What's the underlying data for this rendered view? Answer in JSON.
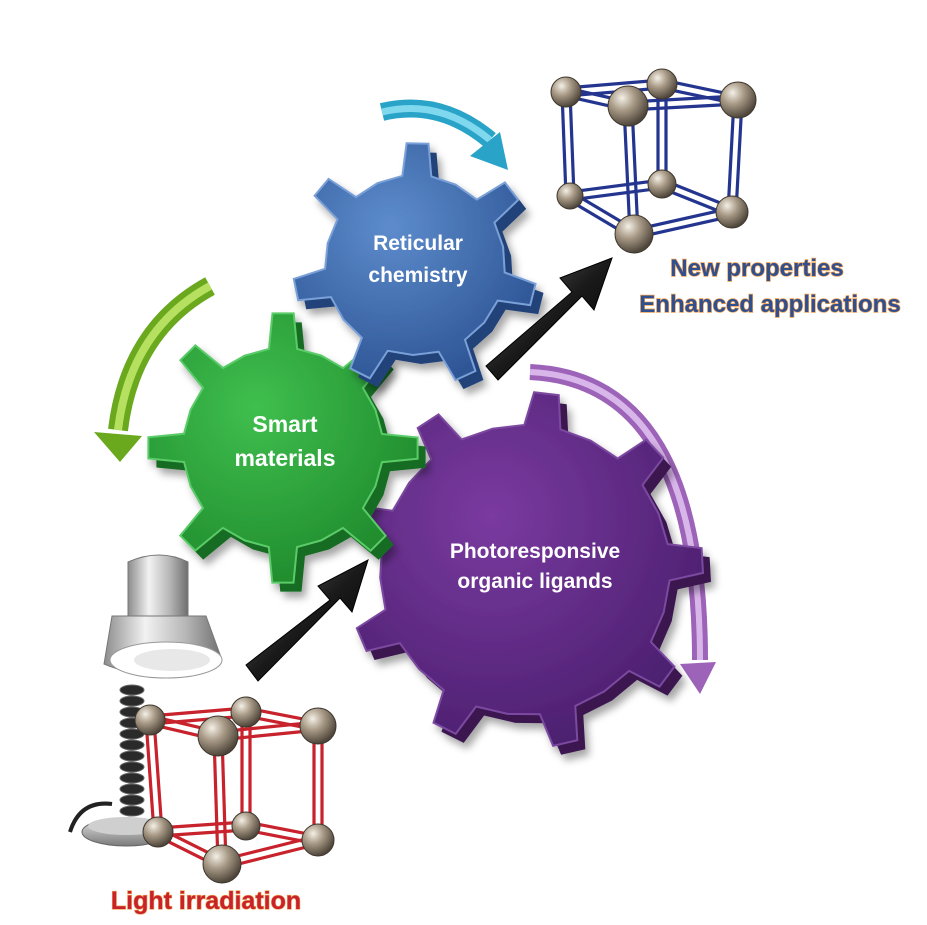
{
  "gears": {
    "reticular": {
      "line1": "Reticular",
      "line2": "chemistry"
    },
    "smart": {
      "line1": "Smart",
      "line2": "materials"
    },
    "photo": {
      "line1": "Photoresponsive",
      "line2": "organic ligands"
    }
  },
  "captions": {
    "new_properties": "New properties",
    "enhanced_applications": "Enhanced applications",
    "light_irradiation": "Light irradiation"
  },
  "colors": {
    "reticular_gear": "#3f68a8",
    "smart_gear": "#2e9a3c",
    "photo_gear": "#5a2a7e",
    "blue_frame": "#24358f",
    "red_frame": "#c8222c",
    "caption_blue": "#2f4f8f",
    "caption_red": "#c8222c",
    "caption_outline": "#f0a050"
  }
}
